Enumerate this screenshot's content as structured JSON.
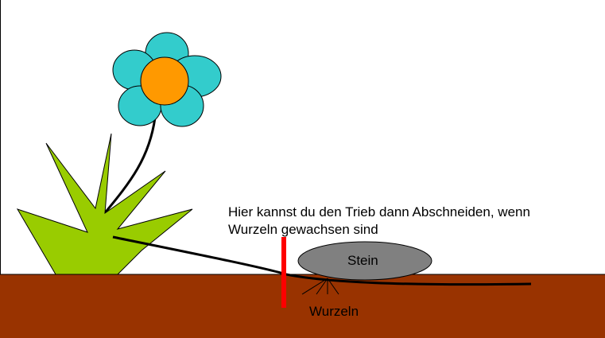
{
  "diagram": {
    "callout": {
      "line1": "Hier kannst du den Trieb dann Abschneiden, wenn",
      "line2": "Wurzeln gewachsen sind"
    },
    "stone_label": "Stein",
    "roots_label": "Wurzeln",
    "colors": {
      "background": "#ffffff",
      "soil": "#993300",
      "plant_leaves": "#99cc00",
      "petals": "#33cccc",
      "flower_center": "#ff9900",
      "stone": "#808080",
      "cut_marker": "#ff0000",
      "stem": "#000000"
    }
  }
}
